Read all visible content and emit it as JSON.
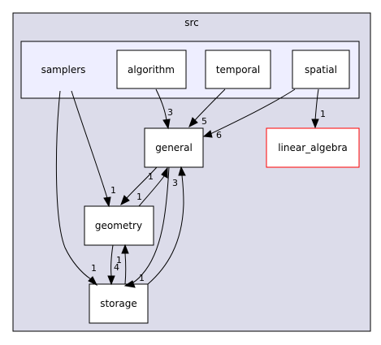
{
  "cluster": {
    "label": "src"
  },
  "subcluster": {
    "label": "samplers"
  },
  "nodes": {
    "algorithm": "algorithm",
    "temporal": "temporal",
    "spatial": "spatial",
    "general": "general",
    "linear_algebra": "linear_algebra",
    "geometry": "geometry",
    "storage": "storage"
  },
  "edge_labels": {
    "algorithm_general": "3",
    "temporal_general": "5",
    "spatial_general": "6",
    "spatial_linear_algebra": "1",
    "samplers_geometry": "1",
    "samplers_storage": "1",
    "general_geometry": "1",
    "geometry_general": "1",
    "general_storage": "3",
    "storage_general": "1",
    "geometry_storage": "4",
    "storage_geometry": "1"
  },
  "colors": {
    "cluster_fill": "#dcdcea",
    "subcluster_fill": "#eeeeff",
    "node_fill": "#ffffff",
    "external_border": "#ff0000",
    "border": "#000000"
  }
}
